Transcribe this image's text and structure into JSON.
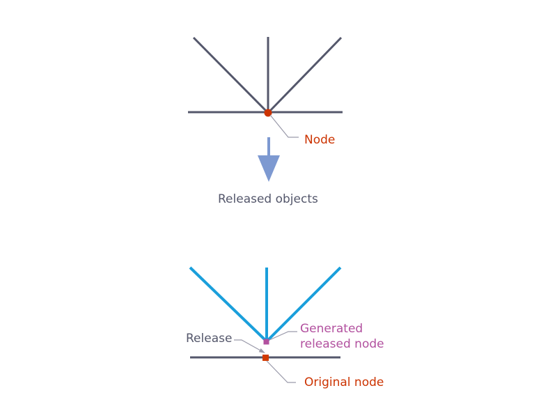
{
  "figure": {
    "background": "#ffffff",
    "top_diagram": {
      "description": "four lines converging at a node",
      "node_label": "Node"
    },
    "transition": {
      "arrow_label": "Released objects"
    },
    "bottom_diagram": {
      "release_label": "Release",
      "generated_node_label_lines": [
        "Generated",
        "released node"
      ],
      "original_node_label": "Original node"
    },
    "colors": {
      "element_line": "#54576b",
      "released_element_line": "#1a9fdb",
      "node": "#cc3300",
      "original_node_square": "#d13a00",
      "generated_node": "#b2519f",
      "arrow": "#7d99d1",
      "leader_line": "#9a9aaa",
      "label_text": "#54576b"
    }
  }
}
